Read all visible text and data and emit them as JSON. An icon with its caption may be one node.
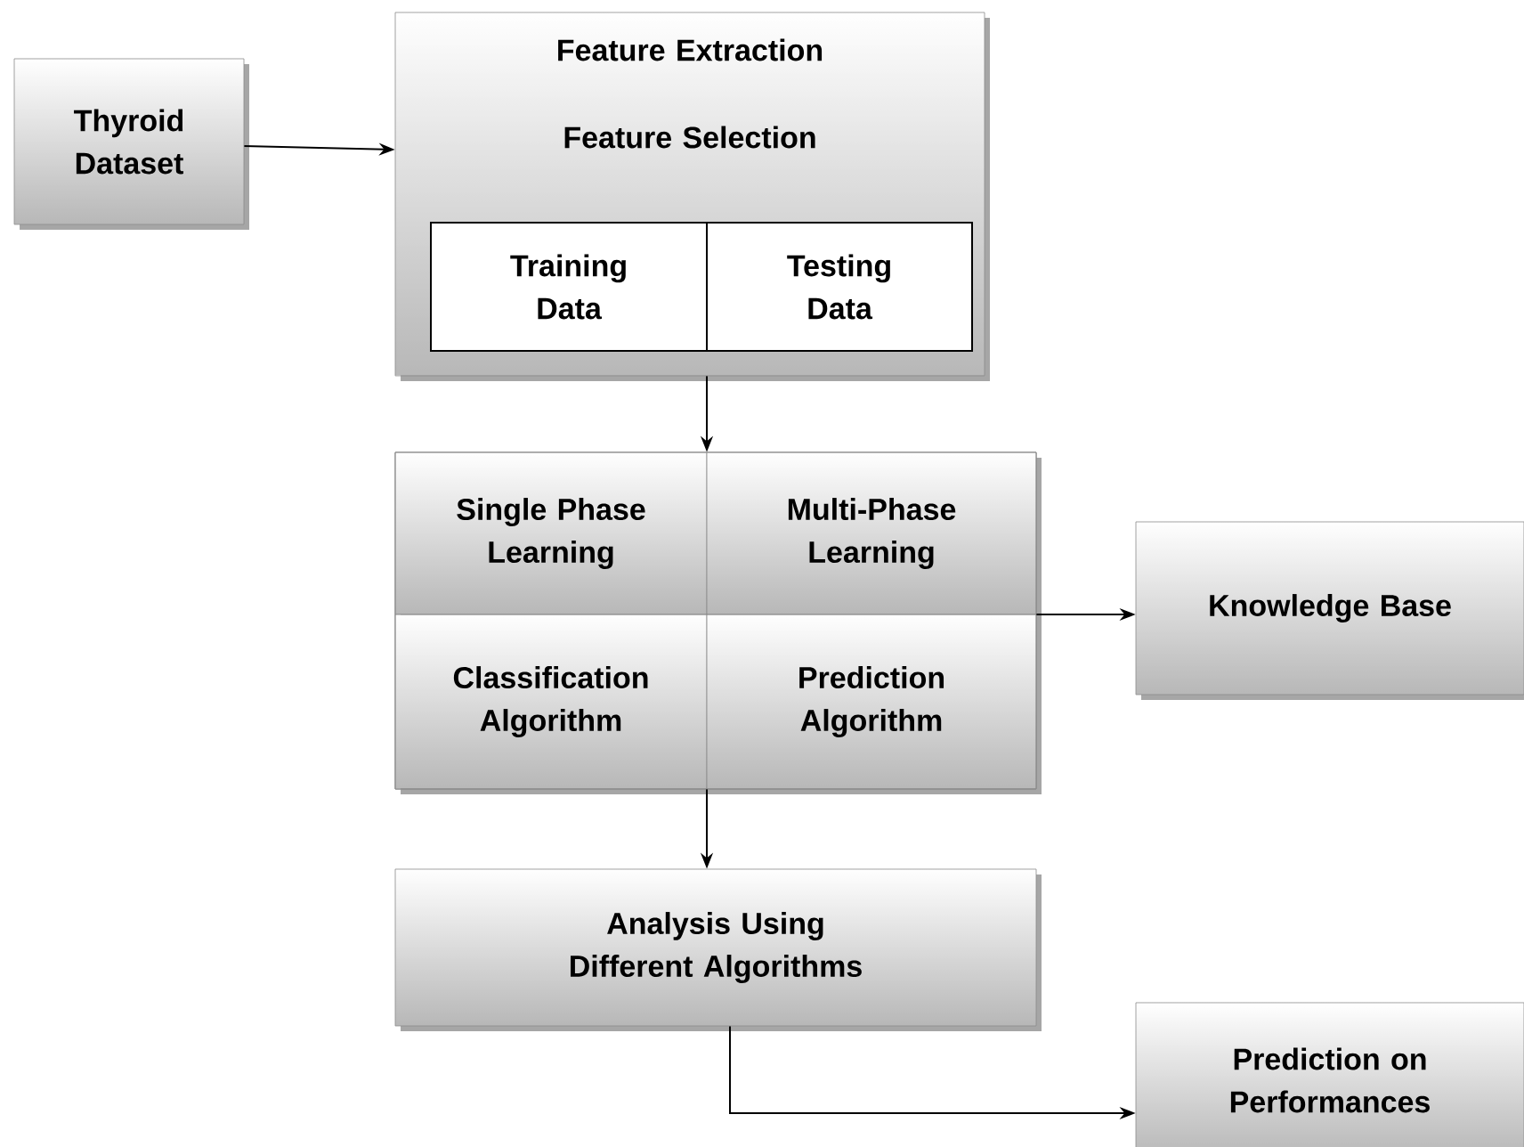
{
  "diagram": {
    "nodes": [
      {
        "text": [
          "Thyroid Dataset"
        ]
      },
      {
        "text": [
          "Feature Extraction",
          "Feature Selection"
        ]
      },
      {
        "text": [
          "Training Data"
        ],
        "in": 1
      },
      {
        "text": [
          "Testing Data"
        ],
        "in": 1
      },
      {
        "text": [],
        "shape": "box"
      },
      {
        "text": [
          "Single Phase Learning"
        ],
        "in": 4
      },
      {
        "text": [
          "Multi-Phase Learning"
        ],
        "in": 4
      },
      {
        "text": [
          "Classification Algorithm"
        ],
        "in": 4
      },
      {
        "text": [
          "Prediction Algorithm"
        ],
        "in": 4
      },
      {
        "text": [
          "Knowledge Base"
        ]
      },
      {
        "text": [
          "Analysis Using Different Algorithms"
        ]
      },
      {
        "text": [
          "Prediction on Performances"
        ]
      }
    ],
    "edges": [
      {
        "from": 0,
        "to": 1,
        "arrow": "to"
      },
      {
        "from": 1,
        "to": 4,
        "arrow": "to"
      },
      {
        "from": 4,
        "to": 9,
        "arrow": "to"
      },
      {
        "from": 4,
        "to": 10,
        "arrow": "to"
      },
      {
        "from": 10,
        "to": 11,
        "arrow": "to"
      }
    ]
  }
}
